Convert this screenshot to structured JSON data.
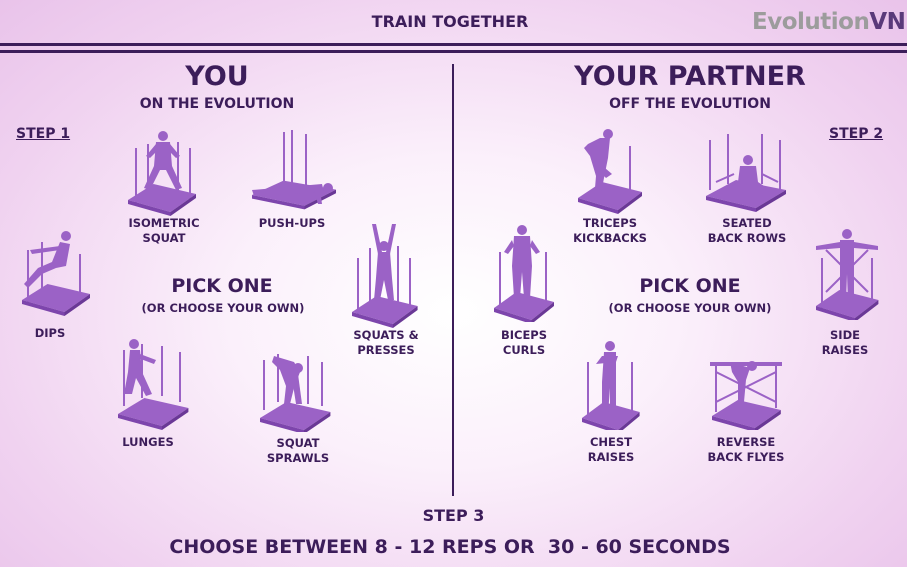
{
  "header": {
    "title": "TRAIN TOGETHER",
    "logo": {
      "main": "Evolution",
      "suffix": "VN"
    }
  },
  "colors": {
    "primary": "#3c1d5a",
    "figure": "#9b62c6",
    "figure_dark": "#7d45ac",
    "bg_edge": "#e9c3ea"
  },
  "left": {
    "title": "YOU",
    "subtitle": "ON THE EVOLUTION",
    "step": "STEP 1",
    "pick_title": "PICK ONE",
    "pick_sub": "(OR CHOOSE YOUR OWN)",
    "exercises": [
      {
        "label": "ISOMETRIC\nSQUAT",
        "icon": "isometric-squat-figure"
      },
      {
        "label": "PUSH-UPS",
        "icon": "push-ups-figure"
      },
      {
        "label": "DIPS",
        "icon": "dips-figure"
      },
      {
        "label": "SQUATS &\nPRESSES",
        "icon": "squats-presses-figure"
      },
      {
        "label": "LUNGES",
        "icon": "lunges-figure"
      },
      {
        "label": "SQUAT\nSPRAWLS",
        "icon": "squat-sprawls-figure"
      }
    ]
  },
  "right": {
    "title": "YOUR PARTNER",
    "subtitle": "OFF THE EVOLUTION",
    "step": "STEP 2",
    "pick_title": "PICK ONE",
    "pick_sub": "(OR CHOOSE YOUR OWN)",
    "exercises": [
      {
        "label": "TRICEPS\nKICKBACKS",
        "icon": "triceps-kickbacks-figure"
      },
      {
        "label": "SEATED\nBACK ROWS",
        "icon": "seated-back-rows-figure"
      },
      {
        "label": "BICEPS\nCURLS",
        "icon": "biceps-curls-figure"
      },
      {
        "label": "SIDE\nRAISES",
        "icon": "side-raises-figure"
      },
      {
        "label": "CHEST\nRAISES",
        "icon": "chest-raises-figure"
      },
      {
        "label": "REVERSE\nBACK FLYES",
        "icon": "reverse-back-flyes-figure"
      }
    ]
  },
  "footer": {
    "step": "STEP 3",
    "text": "CHOOSE BETWEEN 8 - 12 REPS OR  30 - 60 SECONDS"
  }
}
